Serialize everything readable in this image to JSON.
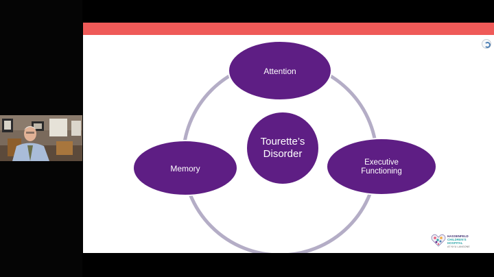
{
  "presentation": {
    "nodes": {
      "center": [
        "Tourette’s",
        "Disorder"
      ],
      "top": "Attention",
      "left": "Memory",
      "right": [
        "Executive",
        "Functioning"
      ]
    },
    "logo": {
      "line1": "HASSENFELD",
      "line2": "CHILDREN'S",
      "line3": "HOSPITAL",
      "line4": "AT NYU LANGONE"
    }
  },
  "colors": {
    "node_fill": "#5e1e84",
    "node_stroke": "#ffffff",
    "ring": "#b4adc6",
    "banner": "#ef5a58"
  },
  "icons": {
    "scroll": "scroll-circle-icon"
  }
}
